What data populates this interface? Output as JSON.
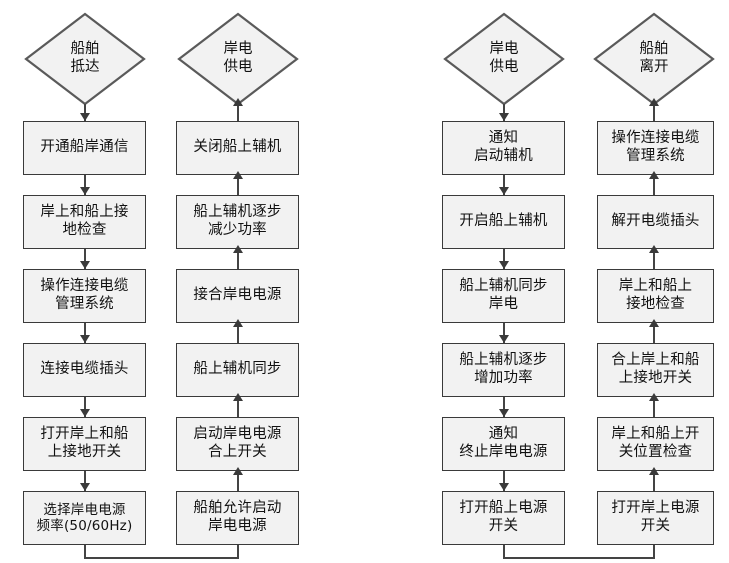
{
  "figure": {
    "type": "flowchart",
    "title": "",
    "background_color": "#ffffff",
    "node_fill": "#f2f2f2",
    "node_border": "#3a3a3a",
    "connector_color": "#444444",
    "text_color": "#111111"
  },
  "columns": [
    {
      "id": "col-1",
      "direction": "down",
      "start": {
        "shape": "diamond",
        "label": "船舶\n抵达"
      },
      "steps": [
        {
          "label": "开通船岸通信"
        },
        {
          "label": "岸上和船上接\n地检查"
        },
        {
          "label": "操作连接电缆\n管理系统"
        },
        {
          "label": "连接电缆插头"
        },
        {
          "label": "打开岸上和船\n上接地开关"
        },
        {
          "label": "选择岸电电源\n频率(50/60Hz)"
        }
      ]
    },
    {
      "id": "col-2",
      "direction": "up",
      "start": {
        "shape": "diamond",
        "label": "岸电\n供电"
      },
      "steps": [
        {
          "label": "关闭船上辅机"
        },
        {
          "label": "船上辅机逐步\n减少功率"
        },
        {
          "label": "接合岸电电源"
        },
        {
          "label": "船上辅机同步"
        },
        {
          "label": "启动岸电电源\n合上开关"
        },
        {
          "label": "船舶允许启动\n岸电电源"
        }
      ]
    },
    {
      "id": "col-3",
      "direction": "down",
      "start": {
        "shape": "diamond",
        "label": "岸电\n供电"
      },
      "steps": [
        {
          "label": "通知\n启动辅机"
        },
        {
          "label": "开启船上辅机"
        },
        {
          "label": "船上辅机同步\n岸电"
        },
        {
          "label": "船上辅机逐步\n增加功率"
        },
        {
          "label": "通知\n终止岸电电源"
        },
        {
          "label": "打开船上电源\n开关"
        }
      ]
    },
    {
      "id": "col-4",
      "direction": "up",
      "start": {
        "shape": "diamond",
        "label": "船舶\n离开"
      },
      "steps": [
        {
          "label": "操作连接电缆\n管理系统"
        },
        {
          "label": "解开电缆插头"
        },
        {
          "label": "岸上和船上\n接地检查"
        },
        {
          "label": "合上岸上和船\n上接地开关"
        },
        {
          "label": "岸上和船上开\n关位置检查"
        },
        {
          "label": "打开岸上电源\n开关"
        }
      ]
    }
  ],
  "cross_links": [
    {
      "id": "link-col1-col2",
      "from": "col-1.step-6",
      "to": "col-2.step-6"
    },
    {
      "id": "link-col3-col4",
      "from": "col-3.step-6",
      "to": "col-4.step-6"
    }
  ]
}
